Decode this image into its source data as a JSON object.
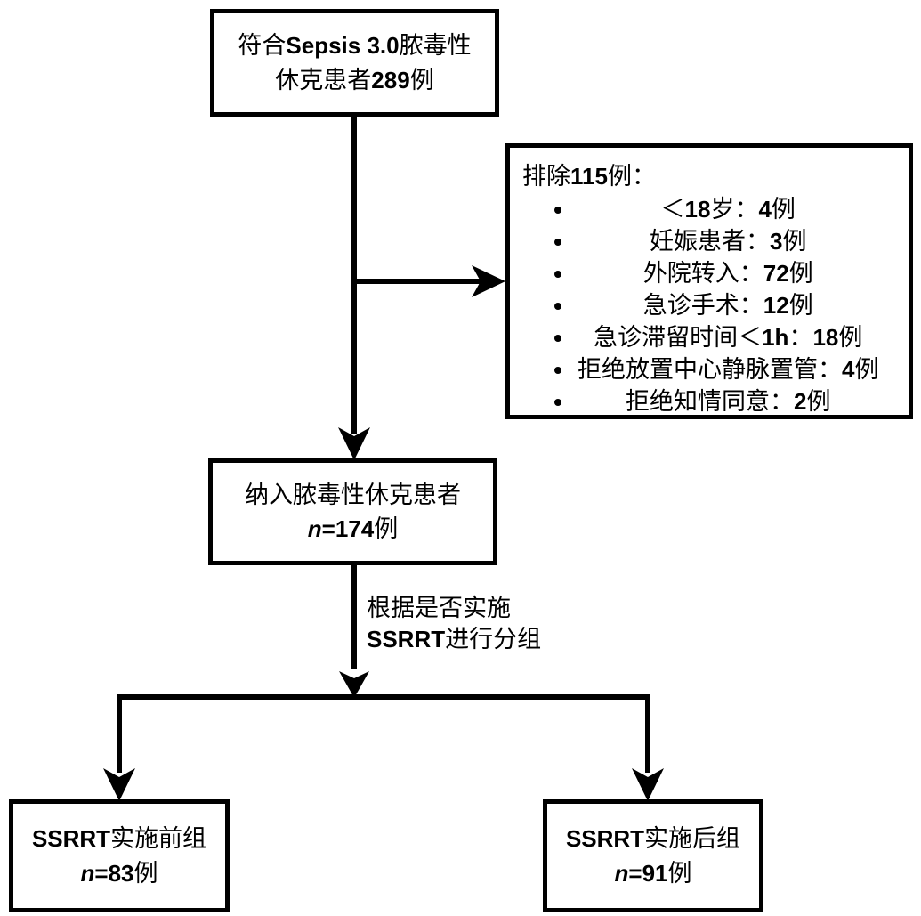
{
  "diagram": {
    "title": "Sepsis 3.0 septic shock patient enrollment flowchart",
    "line_color": "#000000",
    "background_color": "#ffffff"
  },
  "nodes": {
    "eligible": {
      "line1_cn_a": "符合",
      "line1_lat": "Sepsis 3.0",
      "line1_cn_b": "脓毒性",
      "line2_cn_a": "休克患者",
      "line2_lat": "289",
      "line2_cn_b": "例"
    },
    "excluded": {
      "heading_cn_a": "排除",
      "heading_lat": "115",
      "heading_cn_b": "例：",
      "items": [
        {
          "label_a": "＜",
          "num_a": "18",
          "label_b": "岁：",
          "num_b": "4",
          "label_c": "例"
        },
        {
          "label_a": "",
          "num_a": "",
          "label_b": "妊娠患者：",
          "num_b": "3",
          "label_c": "例"
        },
        {
          "label_a": "",
          "num_a": "",
          "label_b": "外院转入：",
          "num_b": "72",
          "label_c": "例"
        },
        {
          "label_a": "",
          "num_a": "",
          "label_b": "急诊手术：",
          "num_b": "12",
          "label_c": "例"
        },
        {
          "label_a": "急诊滞留时间＜",
          "num_a": "1h",
          "label_b": "：",
          "num_b": "18",
          "label_c": "例"
        },
        {
          "label_a": "",
          "num_a": "",
          "label_b": "拒绝放置中心静脉置管：",
          "num_b": "4",
          "label_c": "例"
        },
        {
          "label_a": "",
          "num_a": "",
          "label_b": "拒绝知情同意：",
          "num_b": "2",
          "label_c": "例"
        }
      ]
    },
    "included": {
      "line1": "纳入脓毒性休克患者",
      "line2_var": "n",
      "line2_eq": "=174",
      "line2_cn": "例"
    },
    "pre_group": {
      "line1_lat": "SSRRT",
      "line1_cn": "实施前组",
      "line2_var": "n",
      "line2_eq": "=83",
      "line2_cn": "例"
    },
    "post_group": {
      "line1_lat": "SSRRT",
      "line1_cn": "实施后组",
      "line2_var": "n",
      "line2_eq": "=91",
      "line2_cn": "例"
    }
  },
  "edges": {
    "grouping_label": {
      "line1": "根据是否实施",
      "line2_lat": "SSRRT",
      "line2_cn": "进行分组"
    }
  }
}
